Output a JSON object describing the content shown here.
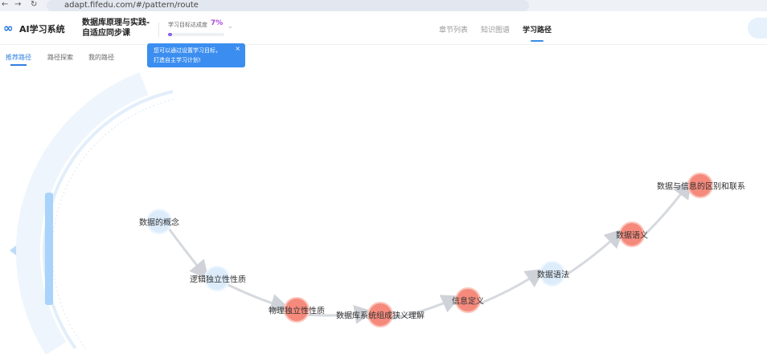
{
  "browser": {
    "url": "adapt.fifedu.com/#/pattern/route"
  },
  "header": {
    "app_name": "AI学习系统",
    "course_line1": "数据库原理与实践-",
    "course_line2": "自适应同步课",
    "progress_label": "学习目标达成度",
    "progress_text": "7%",
    "progress_value": 0.07,
    "nav": [
      {
        "label": "章节列表"
      },
      {
        "label": "知识图谱"
      },
      {
        "label": "学习路径",
        "active": true
      }
    ]
  },
  "subtabs": [
    {
      "label": "推荐路径",
      "active": true
    },
    {
      "label": "路径探索"
    },
    {
      "label": "我的路径"
    }
  ],
  "tooltip": {
    "text_line1": "您可以通过设置学习目标，",
    "text_line2": "打造自主学习计划!",
    "close": "×"
  },
  "colors": {
    "accent": "#3a8ee6",
    "node_learned": "#f58a7c",
    "node_pending": "#dcecfb"
  },
  "path_nodes": [
    {
      "label": "数据的概念",
      "state": "pending"
    },
    {
      "label": "逻辑独立性性质",
      "state": "pending"
    },
    {
      "label": "物理独立性性质",
      "state": "learned"
    },
    {
      "label": "数据库系统组成狭义理解",
      "state": "learned"
    },
    {
      "label": "信息定义",
      "state": "learned"
    },
    {
      "label": "数据语法",
      "state": "pending"
    },
    {
      "label": "数据语义",
      "state": "learned"
    },
    {
      "label": "数据与信息的区别和联系",
      "state": "learned"
    }
  ]
}
